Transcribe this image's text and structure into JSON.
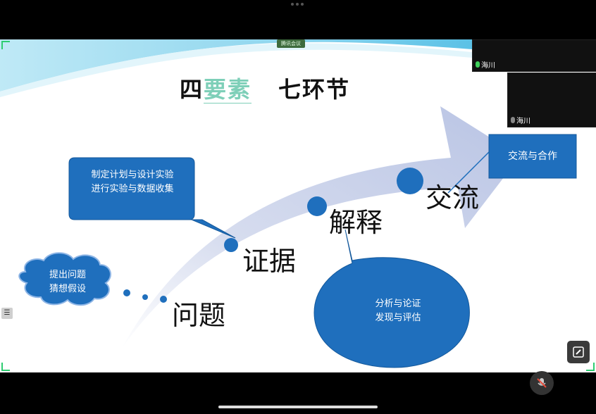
{
  "meeting": {
    "app_badge": "腾讯会议"
  },
  "slide": {
    "title_left_1": "四",
    "title_left_accent": "要素",
    "title_right": "七环节",
    "words": {
      "question": "问题",
      "evidence": "证据",
      "interpretation": "解释",
      "communication": "交流"
    },
    "callouts": {
      "hypothesis_line1": "提出问题",
      "hypothesis_line2": "猜想假设",
      "plan_line1": "制定计划与设计实验",
      "plan_line2": "进行实验与数据收集",
      "analysis_line1": "分析与论证",
      "analysis_line2": "发现与评估",
      "cooperation": "交流与合作"
    },
    "colors": {
      "callout_blue": "#1f6fbd",
      "arrow_light": "#c8d1ea",
      "accent_teal": "#7ecfb8"
    }
  },
  "participants": [
    {
      "name": "海川"
    },
    {
      "name": "海川"
    }
  ],
  "controls": {
    "side_toggle_icon": "list-icon",
    "annotate_icon": "pen-icon",
    "mute_icon": "mic-muted-icon"
  }
}
